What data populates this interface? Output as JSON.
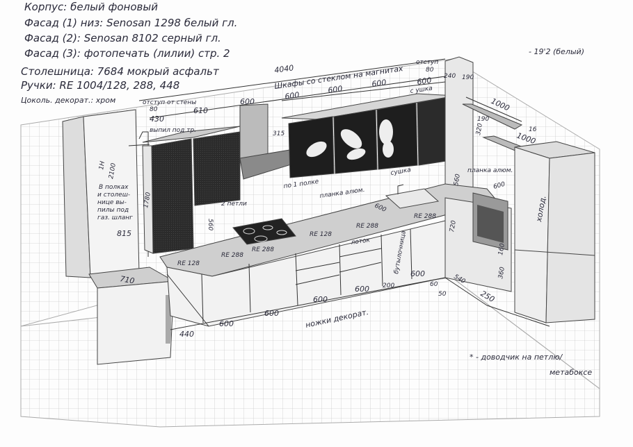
{
  "notes": {
    "lines": [
      "Корпус: белый фоновый",
      "Фасад (1) низ: Senosan 1298 белый гл.",
      "Фасад (2): Senosan 8102 серный гл.",
      "Фасад (3): фотопечать (лилии) стр. 2",
      "Столешница: 7684 мокрый асфальт",
      "Ручки: RE 1004/128, 288, 448",
      "Цоколь. декорат.: хром"
    ],
    "color_note": "- 19'2 (белый)",
    "footnote_line1": "* - доводчик на петлю/",
    "footnote_line2": "метабоксе"
  },
  "colors": {
    "dark_facade": "#2b2b2b",
    "light_facade": "#f2f2f2",
    "countertop": "#cfcfcf",
    "ink": "#2a2a3a"
  },
  "dimensions": {
    "total": "4040",
    "glass_cabinets": "Шкафы со стеклом на магнитах",
    "top_600_1": "600",
    "top_600_2": "600",
    "top_600_3": "600",
    "top_600_4": "600",
    "with_ear": "с ушка",
    "offset_right": "отступ",
    "offset_right_val": "80",
    "col_240": "240",
    "col_190": "190",
    "shelf_1000_a": "1000",
    "shelf_190": "190",
    "shelf_16": "16",
    "shelf_1000_b": "1000",
    "height_320": "320",
    "offset_wall": "отступ от стены",
    "offset_wall_val": "80",
    "w_430": "430",
    "w_610": "610",
    "hood_600": "600",
    "cutout": "выпил под тр.",
    "h_1n": "1Н",
    "h_2100": "2100",
    "depth_315": "315",
    "hinges": "2 петли",
    "h_560": "560",
    "gas_note": [
      "В полках",
      "и столеш-",
      "нице вы-",
      "пилы под",
      "газ. шланг"
    ],
    "h_815": "815",
    "h_1780": "1780",
    "per_shelf": "по 1 полке",
    "strip_1": "планка алюм.",
    "dryer": "сушка",
    "strip_2": "планка алюм.",
    "h_560_r": "560",
    "sink_600": "600",
    "oven_600": "600",
    "h_720": "720",
    "w_710": "710",
    "b_440": "440",
    "b_600_1": "600",
    "b_600_2": "600",
    "b_600_3": "600",
    "b_600_4": "600",
    "b_200": "200",
    "b_60": "60",
    "b_50": "50",
    "b_540": "540",
    "b_250": "250",
    "b_360": "360",
    "h_160": "160",
    "legs": "ножки декорат.",
    "bottle": "бутылочница",
    "tray": "лоток",
    "fridge": "холод.",
    "handle_128": "RE 128",
    "handle_288_a": "RE 288",
    "handle_128_b": "RE 128",
    "handle_288_b": "RE 288",
    "handle_288_c": "RE 288",
    "handle_288_d": "RE 288"
  }
}
